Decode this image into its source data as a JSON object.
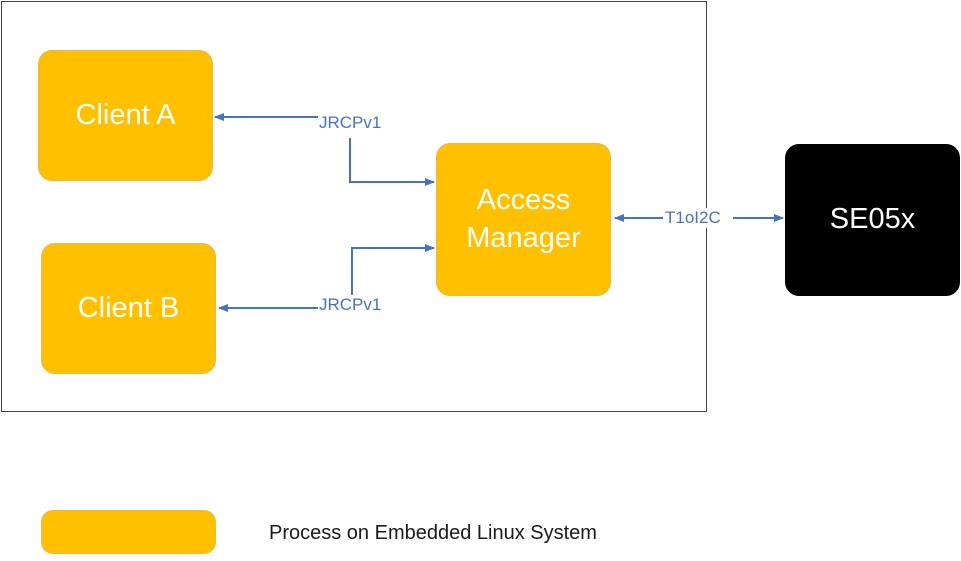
{
  "diagram": {
    "nodes": {
      "client_a": {
        "label": "Client A"
      },
      "client_b": {
        "label": "Client B"
      },
      "access_manager": {
        "label_line1": "Access",
        "label_line2": "Manager"
      },
      "se05x": {
        "label": "SE05x"
      }
    },
    "edges": {
      "client_a_link": {
        "label": "JRCPv1",
        "from": "access_manager",
        "to": "client_a",
        "bidirectional": true
      },
      "client_b_link": {
        "label": "JRCPv1",
        "from": "access_manager",
        "to": "client_b",
        "bidirectional": true
      },
      "se_link": {
        "label": "T1oI2C",
        "from": "access_manager",
        "to": "se05x",
        "bidirectional": true
      }
    },
    "legend": {
      "process_label": "Process on Embedded Linux System"
    }
  },
  "colors": {
    "process_fill": "#ffc000",
    "chip_fill": "#000000",
    "connector": "#4472c4",
    "frame": "#404040"
  }
}
